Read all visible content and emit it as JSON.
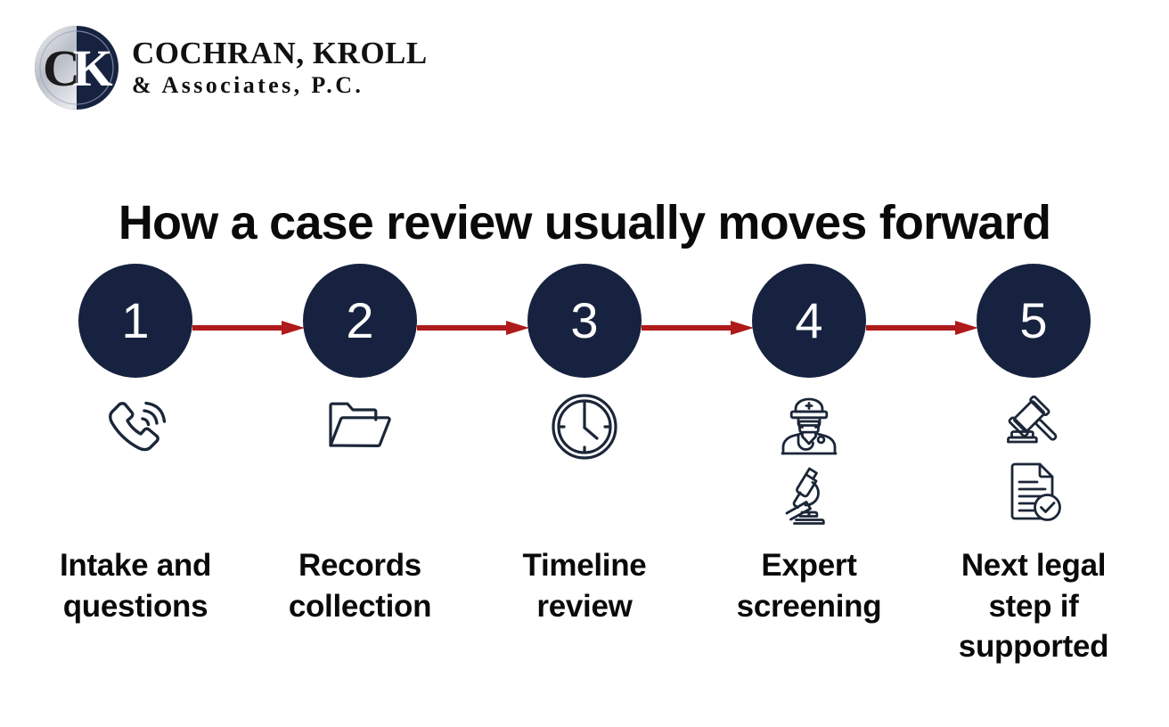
{
  "brand": {
    "monogram_left": "C",
    "monogram_right": "K",
    "name_line1": "COCHRAN, KROLL",
    "name_line2": "& Associates, P.C.",
    "navy": "#16223f",
    "red": "#af1a1a",
    "silver": "#c9ccd2"
  },
  "title": "How a case review usually moves forward",
  "steps": [
    {
      "number": "1",
      "icons": [
        "phone-ringing-icon"
      ],
      "label_lines": [
        "Intake and",
        "questions"
      ]
    },
    {
      "number": "2",
      "icons": [
        "open-folder-icon"
      ],
      "label_lines": [
        "Records",
        "collection"
      ]
    },
    {
      "number": "3",
      "icons": [
        "clock-icon"
      ],
      "label_lines": [
        "Timeline",
        "review"
      ]
    },
    {
      "number": "4",
      "icons": [
        "doctor-icon",
        "microscope-icon"
      ],
      "label_lines": [
        "Expert",
        "screening"
      ]
    },
    {
      "number": "5",
      "icons": [
        "gavel-icon",
        "document-check-icon"
      ],
      "label_lines": [
        "Next legal",
        "step if",
        "supported"
      ]
    }
  ]
}
